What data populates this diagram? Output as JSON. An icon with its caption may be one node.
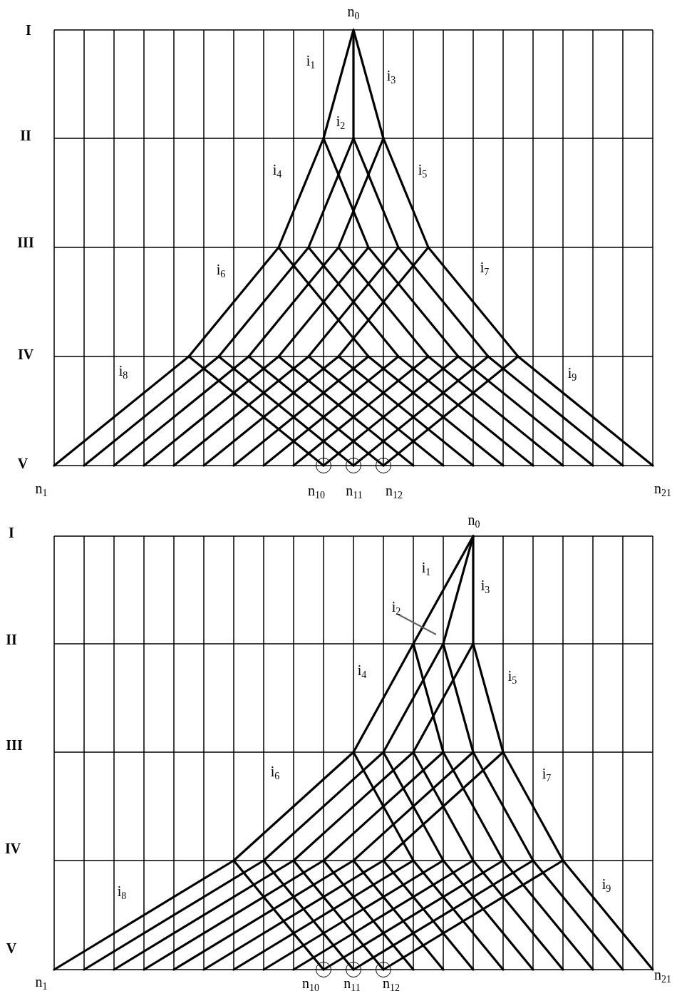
{
  "diagram": {
    "nodes": [
      {
        "text": [],
        "shape": "circle",
        "beside": [
          "n$_{10}$"
        ]
      },
      {
        "text": [],
        "shape": "circle",
        "beside": [
          "n$_{11}$"
        ]
      },
      {
        "text": [],
        "shape": "circle",
        "beside": [
          "n$_{12}$"
        ]
      },
      {
        "text": [
          "i$_{2}$"
        ]
      },
      {
        "text": [],
        "shape": "circle",
        "beside": [
          "n$_{10}$"
        ]
      },
      {
        "text": [],
        "shape": "circle",
        "beside": [
          "n$_{11}$"
        ]
      },
      {
        "text": [],
        "shape": "circle",
        "beside": [
          "n$_{12}$"
        ]
      }
    ],
    "edges": [
      {
        "from": null,
        "to": 3,
        "arrow": "none",
        "color": "#666666"
      }
    ],
    "labels": [
      "n$_{0}$",
      "I",
      "i$_{1}$",
      "i$_{3}$",
      "i$_{2}$",
      "II",
      "i$_{4}$",
      "i$_{5}$",
      "III",
      "i$_{6}$",
      "i$_{7}$",
      "IV",
      "i$_{8}$",
      "i$_{9}$",
      "V",
      "n$_{1}$",
      "n$_{21}$",
      "n$_{0}$",
      "I",
      "i$_{1}$",
      "i$_{3}$",
      "II",
      "i$_{4}$",
      "i$_{5}$",
      "III",
      "i$_{6}$",
      "i$_{7}$",
      "IV",
      "i$_{9}$",
      "i$_{8}$",
      "V",
      "n$_{21}$",
      "n$_{1}$"
    ]
  }
}
